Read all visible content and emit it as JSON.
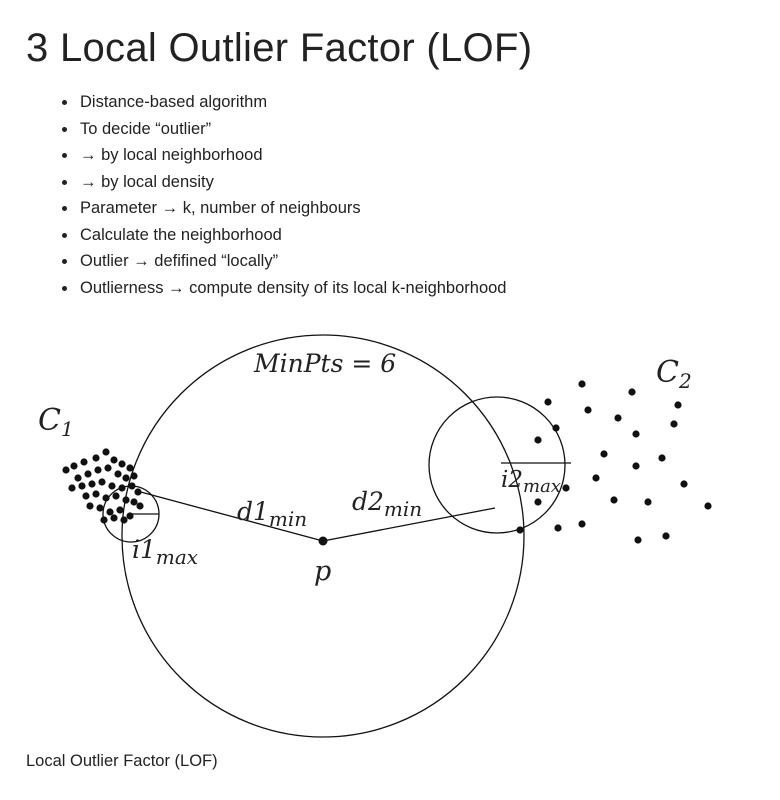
{
  "title": "3 Local Outlier Factor (LOF)",
  "bullets": [
    "Distance-based algorithm",
    "To decide “outlier”",
    "→ by local neighborhood",
    "→ by local density",
    "Parameter → k, number of neighbours",
    "Calculate the neighborhood",
    "Outlier → defifined “locally”",
    "Outlierness → compute density of its local k-neighborhood"
  ],
  "diagram": {
    "minpts_label": "MinPts = 6",
    "cluster1_label": {
      "base": "C",
      "sub": "1"
    },
    "cluster2_label": {
      "base": "C",
      "sub": "2"
    },
    "d1_label": {
      "base": "d1",
      "sub": "min"
    },
    "d2_label": {
      "base": "d2",
      "sub": "min"
    },
    "i1_label": {
      "base": "i1",
      "sub": "max"
    },
    "i2_label": {
      "base": "i2",
      "sub": "max"
    },
    "p_label": "p"
  },
  "caption": "Local Outlier Factor (LOF)"
}
